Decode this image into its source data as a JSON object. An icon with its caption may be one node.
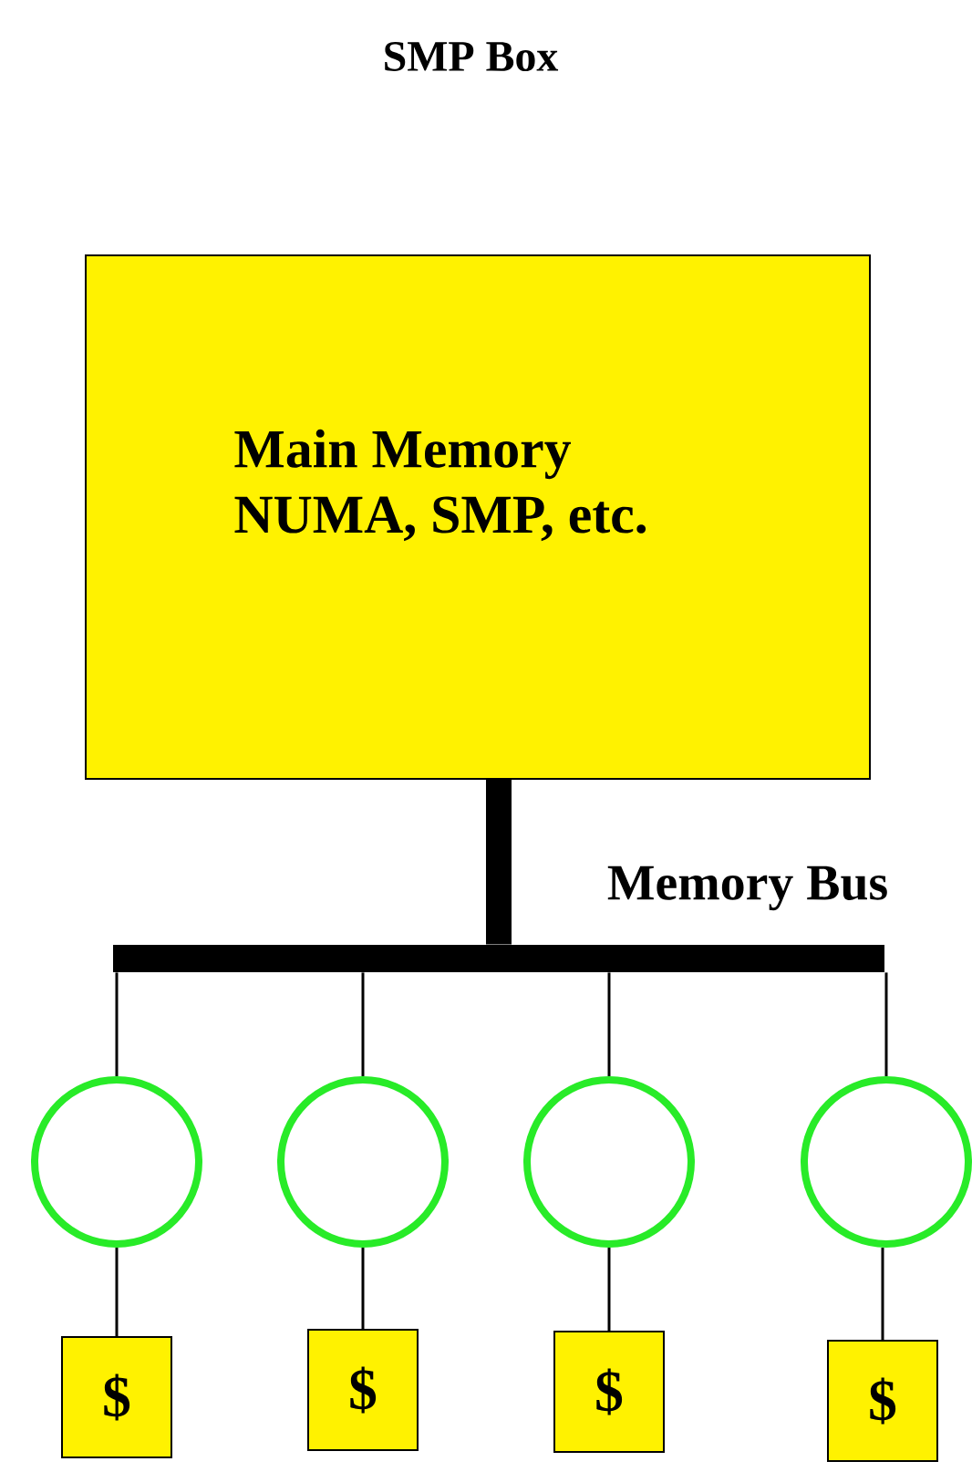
{
  "diagram": {
    "title": "SMP Box",
    "nodes": [
      {
        "text": [
          "Main Memory",
          "NUMA, SMP, etc."
        ]
      },
      {
        "text": [],
        "shape": "bar",
        "beside": [
          "Memory Bus"
        ]
      },
      {
        "text": [],
        "shape": "circle"
      },
      {
        "text": [],
        "shape": "circle"
      },
      {
        "text": [],
        "shape": "circle"
      },
      {
        "text": [],
        "shape": "circle"
      },
      {
        "text": [
          "$"
        ]
      },
      {
        "text": [
          "$"
        ]
      },
      {
        "text": [
          "$"
        ]
      },
      {
        "text": [
          "$"
        ]
      }
    ],
    "edges": [
      {
        "from": 0,
        "to": 1,
        "arrow": "none",
        "style": "thick"
      },
      {
        "from": 1,
        "to": 2,
        "arrow": "none"
      },
      {
        "from": 1,
        "to": 3,
        "arrow": "none"
      },
      {
        "from": 1,
        "to": 4,
        "arrow": "none"
      },
      {
        "from": 1,
        "to": 5,
        "arrow": "none"
      },
      {
        "from": 2,
        "to": 6,
        "arrow": "none"
      },
      {
        "from": 3,
        "to": 7,
        "arrow": "none"
      },
      {
        "from": 4,
        "to": 8,
        "arrow": "none"
      },
      {
        "from": 5,
        "to": 9,
        "arrow": "none"
      }
    ]
  }
}
